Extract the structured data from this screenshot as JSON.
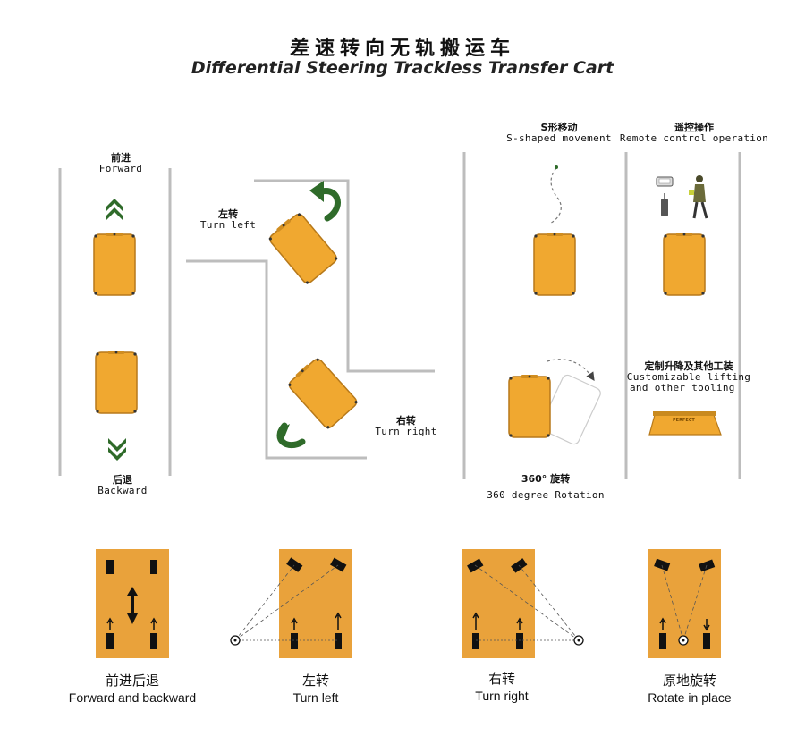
{
  "title": {
    "cn": "差速转向无轨搬运车",
    "en": "Differential Steering Trackless Transfer Cart"
  },
  "top_panel": {
    "forward": {
      "cn": "前进",
      "en": "Forward"
    },
    "backward": {
      "cn": "后退",
      "en": "Backward"
    },
    "turn_left": {
      "cn": "左转",
      "en": "Turn left"
    },
    "turn_right": {
      "cn": "右转",
      "en": "Turn right"
    },
    "s_shaped": {
      "cn": "S形移动",
      "en": "S-shaped movement"
    },
    "remote": {
      "cn": "遥控操作",
      "en": "Remote control operation"
    },
    "rotation": {
      "cn": "360° 旋转",
      "en": "360 degree Rotation"
    },
    "custom": {
      "cn": "定制升降及其他工装",
      "en1": "Customizable lifting",
      "en2": "and other tooling"
    },
    "cart_logo": "PERFECT"
  },
  "bottom_panel": [
    {
      "cn": "前进后退",
      "en": "Forward and backward"
    },
    {
      "cn": "左转",
      "en": "Turn left"
    },
    {
      "cn": "右转",
      "en": "Turn right"
    },
    {
      "cn": "原地旋转",
      "en": "Rotate in place"
    }
  ],
  "colors": {
    "cart_orange": "#f0a830",
    "cart_edge": "#b7791a",
    "panel_orange": "#e9a23b",
    "arrow_green": "#2f6b2a",
    "guide_line": "#bdbdbd"
  }
}
